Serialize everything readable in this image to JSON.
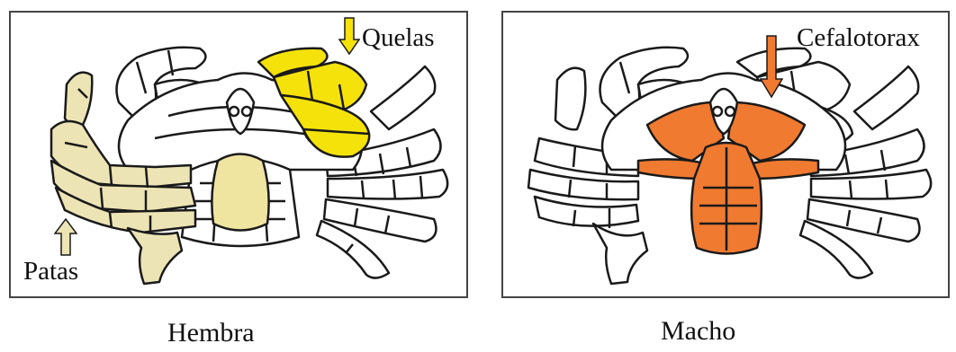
{
  "panels": {
    "female": {
      "caption": "Hembra",
      "labels": {
        "claws": "Quelas",
        "legs": "Patas"
      }
    },
    "male": {
      "caption": "Macho",
      "labels": {
        "cephalothorax": "Cefalotorax"
      }
    }
  },
  "colors": {
    "claw_highlight": "#f5e20a",
    "leg_highlight": "#ece4b4",
    "abdomen_female": "#efe4a0",
    "cephalothorax_highlight": "#f07a30",
    "outline": "#1a1a1a",
    "shell": "#ffffff"
  }
}
